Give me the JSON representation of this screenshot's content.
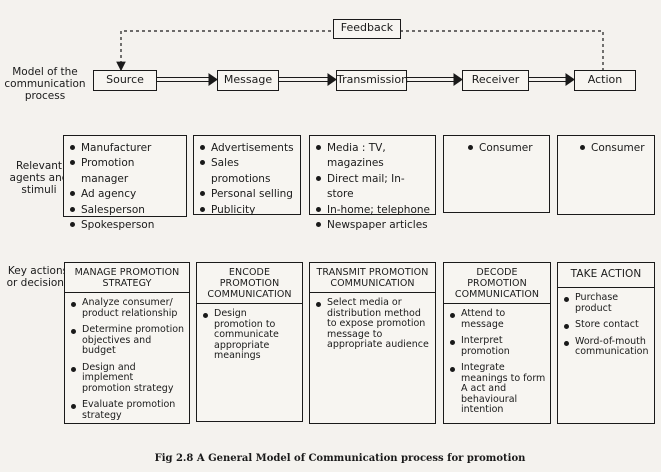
{
  "feedback_label": "Feedback",
  "row_labels": {
    "model": "Model of the communication process",
    "agents": "Relevant agents and stimuli",
    "actions": "Key actions or decisions"
  },
  "flow": [
    "Source",
    "Message",
    "Transmission",
    "Receiver",
    "Action"
  ],
  "agents": [
    [
      "Manufacturer",
      "Promotion manager",
      "Ad agency",
      "Salesperson",
      "Spokesperson"
    ],
    [
      "Advertisements",
      "Sales promotions",
      "Personal selling",
      "Publicity"
    ],
    [
      "Media : TV, magazines",
      "Direct mail; In-store",
      "In-home; telephone",
      "Newspaper articles"
    ],
    [
      "Consumer"
    ],
    [
      "Consumer"
    ]
  ],
  "actions": [
    {
      "title": "MANAGE PROMOTION STRATEGY",
      "items": [
        "Analyze consumer/ product relationship",
        "Determine promotion objectives and budget",
        "Design and implement promotion strategy",
        "Evaluate promotion strategy"
      ]
    },
    {
      "title": "ENCODE PROMOTION COMMUNICATION",
      "items": [
        "Design promotion to communicate appropriate meanings"
      ]
    },
    {
      "title": "TRANSMIT PROMOTION COMMUNICATION",
      "items": [
        "Select media or distribution method to expose promotion message to appropriate audience"
      ]
    },
    {
      "title": "DECODE PROMOTION COMMUNICATION",
      "items": [
        "Attend to message",
        "Interpret promotion",
        "Integrate meanings to form A act and behavioural intention"
      ]
    },
    {
      "title": "TAKE ACTION",
      "items": [
        "Purchase product",
        "Store contact",
        "Word-of-mouth communication"
      ]
    }
  ],
  "caption": "Fig 2.8 A General Model of Communication process for promotion"
}
